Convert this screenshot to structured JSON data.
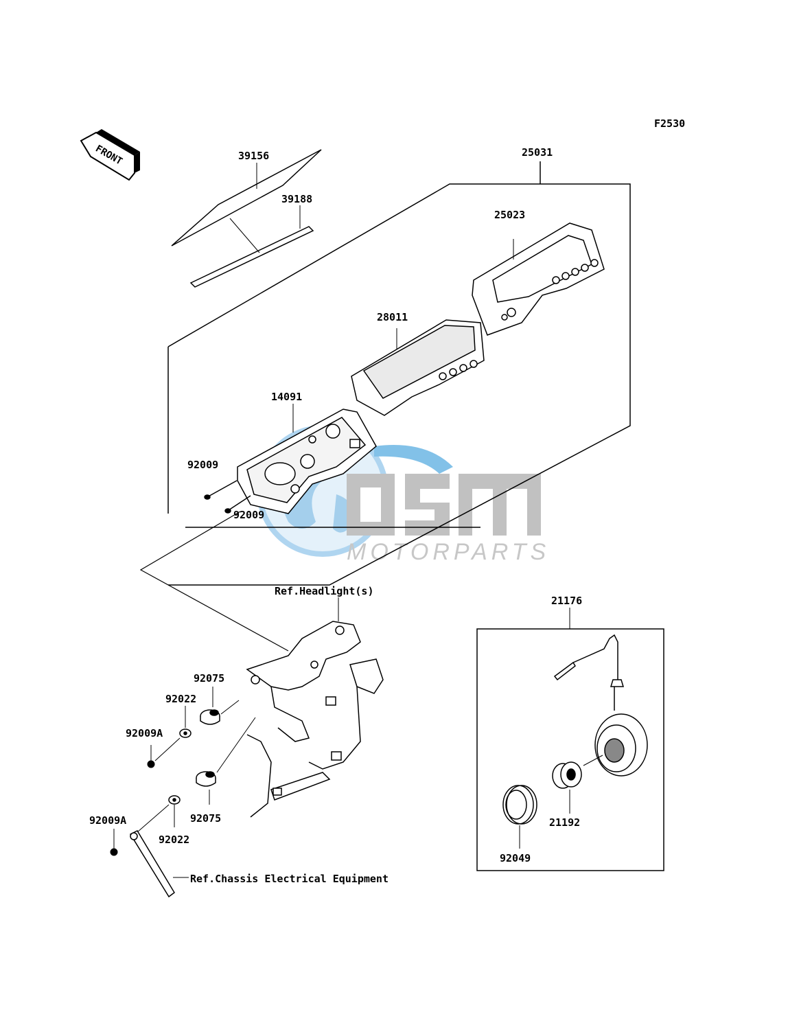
{
  "diagram_code": "F2530",
  "front_indicator": "FRONT",
  "watermark": {
    "logo_text": "OSM",
    "sub_text": "MOTORPARTS",
    "accent_color": "#1d8fd6",
    "grey_color": "#9a9a9a"
  },
  "part_labels": {
    "p39156": "39156",
    "p39188": "39188",
    "p25031": "25031",
    "p25023": "25023",
    "p28011": "28011",
    "p14091": "14091",
    "p92009_a": "92009",
    "p92009_b": "92009",
    "p92075_a": "92075",
    "p92022_a": "92022",
    "p92009A_a": "92009A",
    "p92075_b": "92075",
    "p92022_b": "92022",
    "p92009A_b": "92009A",
    "p21176": "21176",
    "p21192": "21192",
    "p92049": "92049"
  },
  "references": {
    "headlight": "Ref.Headlight(s)",
    "chassis": "Ref.Chassis Electrical Equipment"
  }
}
